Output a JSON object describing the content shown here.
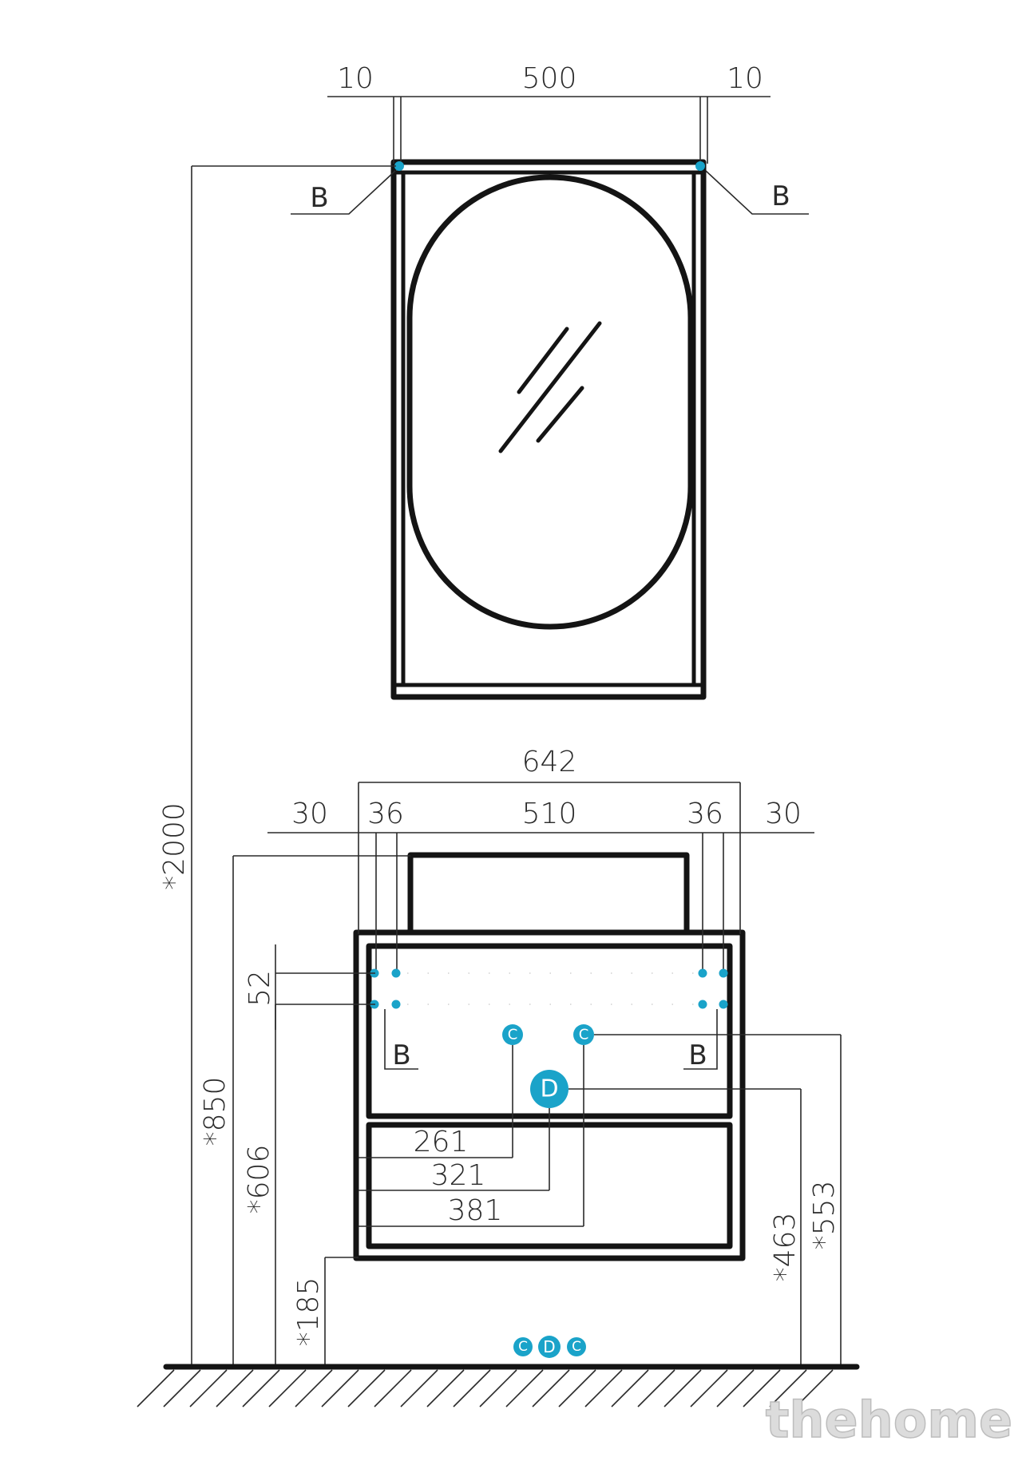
{
  "dimensions": {
    "top_left_gap": "10",
    "mirror_width": "500",
    "top_right_gap": "10",
    "total_height": "*2000",
    "cabinet_width": "642",
    "left_offset": "30",
    "left_inner": "36",
    "inner_width": "510",
    "right_inner": "36",
    "right_offset": "30",
    "hole_spacing": "52",
    "cabinet_top_height": "*850",
    "mount_height": "*606",
    "floor_clearance": "*185",
    "drain_height": "*463",
    "water_height": "*553",
    "c_left_offset": "261",
    "d_offset": "321",
    "c_right_offset": "381"
  },
  "labels": {
    "b": "B",
    "c": "C",
    "d": "D"
  },
  "legend": [
    "C",
    "D",
    "C"
  ],
  "watermark": "thehome",
  "colors": {
    "line": "#141414",
    "accent": "#1aa3c9",
    "text": "#2a2a2a"
  }
}
